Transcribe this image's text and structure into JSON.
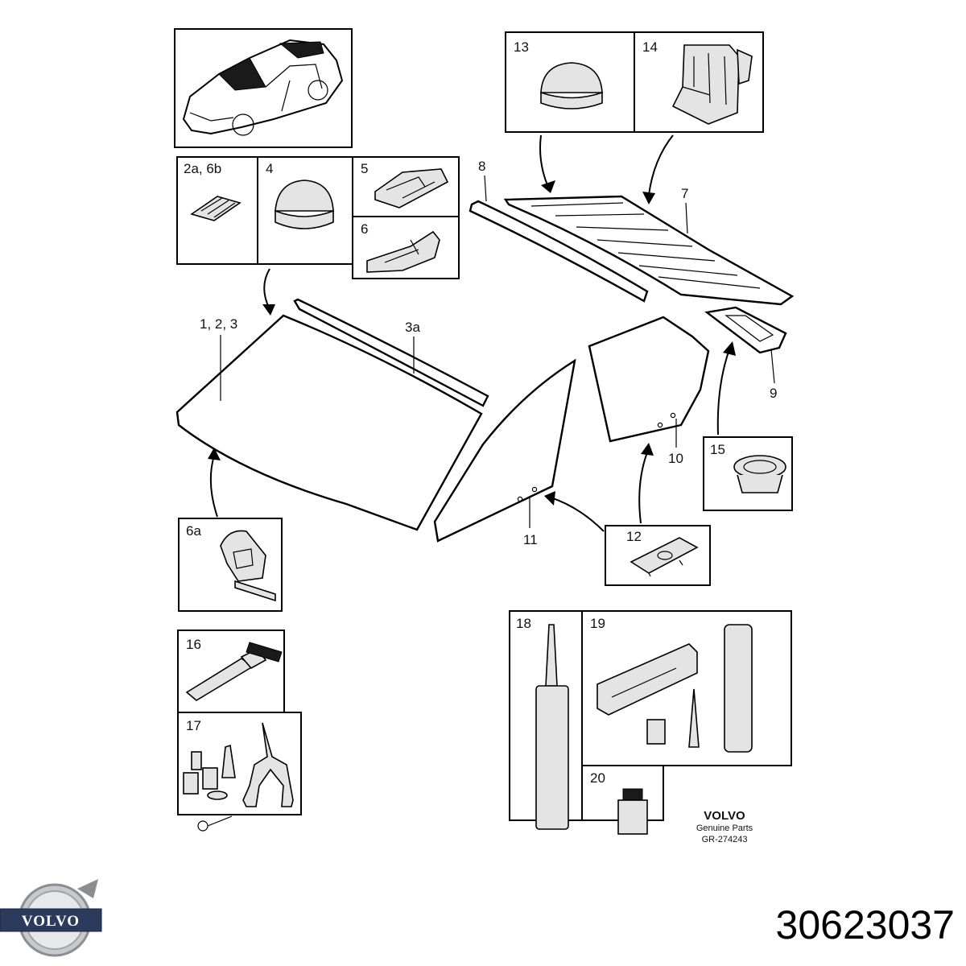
{
  "callouts": {
    "c1_2_3": "1, 2, 3",
    "c2a_6b": "2a, 6b",
    "c3a": "3a",
    "c4": "4",
    "c5": "5",
    "c6": "6",
    "c6a": "6a",
    "c7": "7",
    "c8": "8",
    "c9": "9",
    "c10": "10",
    "c11": "11",
    "c12": "12",
    "c13": "13",
    "c14": "14",
    "c15": "15",
    "c16": "16",
    "c17": "17",
    "c18": "18",
    "c19": "19",
    "c20": "20"
  },
  "footer": {
    "brand": "VOLVO",
    "caption": "Genuine Parts",
    "ref": "GR-274243"
  },
  "logo": {
    "text": "VOLVO"
  },
  "part_number": "30623037"
}
